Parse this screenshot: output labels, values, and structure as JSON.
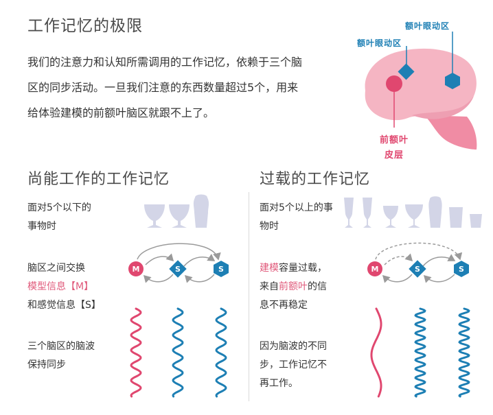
{
  "title": "工作记忆的极限",
  "intro": "我们的注意力和认知所需调用的工作记忆，依赖于三个脑区的同步活动。一旦我们注意的东西数量超过5个，用来给体验建模的前额叶脑区就跟不上了。",
  "brain": {
    "label_a": "额叶眼动区",
    "label_b": "额叶眼动区",
    "pfc_line1": "前额叶",
    "pfc_line2": "皮层"
  },
  "left": {
    "title": "尚能工作的工作记忆",
    "objects_line1": "面对5个以下的",
    "objects_line2": "事物时",
    "exchange_line1": "脑区之间交换",
    "exchange_line2": "模型信息【M】",
    "exchange_line3": "和感觉信息【S】",
    "waves_line1": "三个脑区的脑波",
    "waves_line2": "保持同步"
  },
  "right": {
    "title": "过载的工作记忆",
    "objects_line1": "面对5个以上的事",
    "objects_line2": "物时",
    "overload_1a": "建模",
    "overload_1b": "容量过载，",
    "overload_2a": "来自",
    "overload_2b": "前额叶",
    "overload_2c": "的信",
    "overload_3": "息不再稳定",
    "waves_line1": "因为脑波的不同",
    "waves_line2": "步，工作记忆不",
    "waves_line3": "再工作。"
  },
  "node_labels": {
    "m": "M",
    "s": "S"
  },
  "colors": {
    "pink": "#e0476f",
    "blue": "#1d7fb4",
    "brain": "#f5b5c3",
    "cup": "#d3d5e7",
    "arrow": "#9a9a9a"
  }
}
